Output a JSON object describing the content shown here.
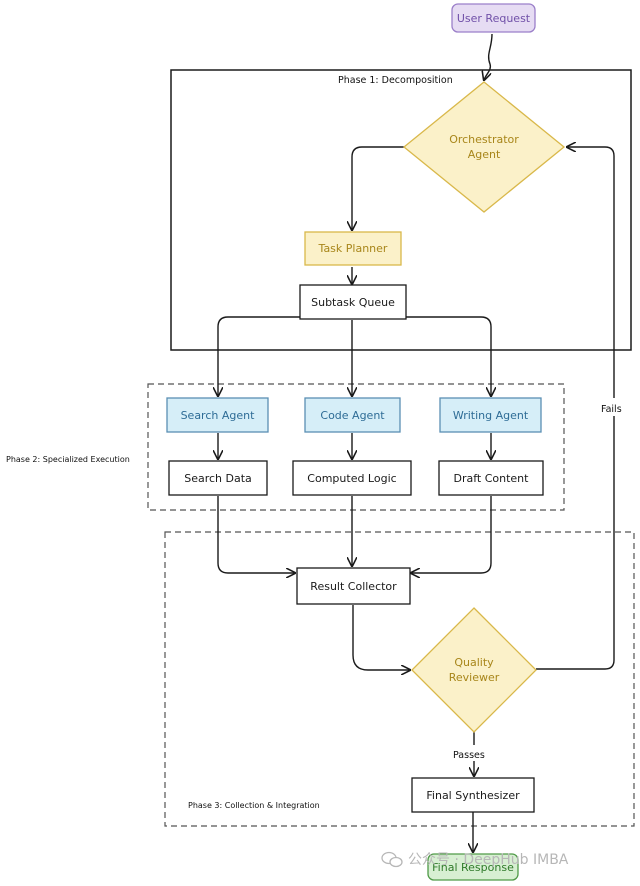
{
  "groups": {
    "phase1": "Phase 1: Decomposition",
    "phase2": "Phase 2: Specialized Execution",
    "phase3": "Phase 3: Collection & Integration"
  },
  "nodes": {
    "user_request": "User Request",
    "orchestrator_line1": "Orchestrator",
    "orchestrator_line2": "Agent",
    "task_planner": "Task Planner",
    "subtask_queue": "Subtask Queue",
    "search_agent": "Search Agent",
    "code_agent": "Code Agent",
    "writing_agent": "Writing Agent",
    "search_data": "Search Data",
    "computed_logic": "Computed Logic",
    "draft_content": "Draft Content",
    "result_collector": "Result Collector",
    "quality_line1": "Quality",
    "quality_line2": "Reviewer",
    "final_synthesizer": "Final Synthesizer",
    "final_response": "Final Response"
  },
  "edge_labels": {
    "fails": "Fails",
    "passes": "Passes"
  },
  "watermark": "公众号 · DeepHub IMBA",
  "colors": {
    "purple_fill": "#e6dcf3",
    "purple_stroke": "#9b7fc9",
    "purple_text": "#7050a8",
    "yellow_fill": "#fbf1c9",
    "yellow_stroke": "#d9b84a",
    "yellow_text": "#a8861a",
    "blue_fill": "#d6eef8",
    "blue_stroke": "#5a8fb3",
    "blue_text": "#2e6c96",
    "green_fill": "#d7efd2",
    "green_stroke": "#4f9a47",
    "green_text": "#2f7a2a"
  }
}
